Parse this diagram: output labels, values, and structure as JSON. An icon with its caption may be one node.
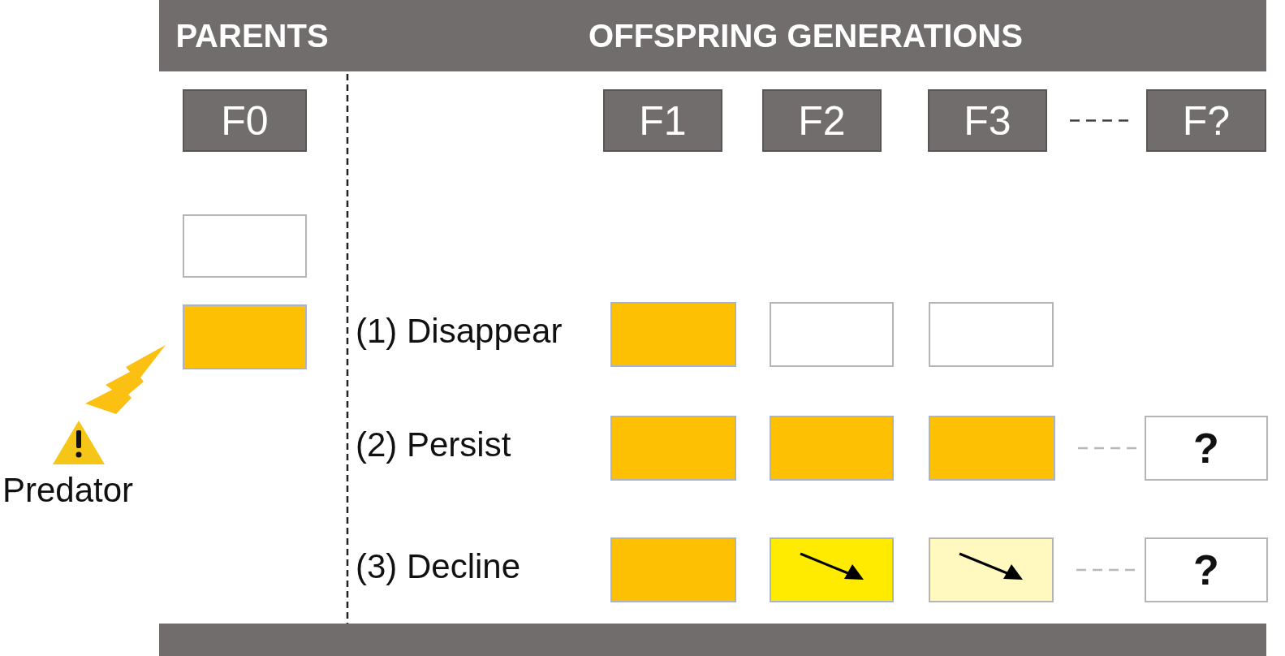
{
  "diagram": {
    "nodes": [
      {
        "text": [
          "PARENTS"
        ]
      },
      {
        "text": [
          "OFFSPRING GENERATIONS"
        ]
      },
      {
        "text": [
          "F0"
        ]
      },
      {
        "text": [
          "F1"
        ]
      },
      {
        "text": [
          "F2"
        ]
      },
      {
        "text": [
          "F3"
        ]
      },
      {
        "text": [
          "F?"
        ]
      },
      {
        "text": [],
        "shape": "box"
      },
      {
        "text": [],
        "shape": "box"
      },
      {
        "text": [],
        "shape": "box"
      },
      {
        "text": [],
        "shape": "box"
      },
      {
        "text": [],
        "shape": "box"
      },
      {
        "text": [],
        "shape": "box"
      },
      {
        "text": [],
        "shape": "box"
      },
      {
        "text": [],
        "shape": "box"
      },
      {
        "text": [
          "?"
        ]
      },
      {
        "text": [],
        "shape": "box"
      },
      {
        "text": [],
        "shape": "box"
      },
      {
        "text": [],
        "shape": "box"
      },
      {
        "text": [
          "?"
        ]
      },
      {
        "text": [],
        "shape": "bar"
      }
    ],
    "edges": [
      {
        "from": 5,
        "to": 6,
        "arrow": "none",
        "style": "dashed",
        "color": "#404040"
      },
      {
        "from": 14,
        "to": 15,
        "arrow": "none",
        "style": "dashed"
      },
      {
        "from": 18,
        "to": 19,
        "arrow": "none",
        "style": "dashed"
      }
    ],
    "labels": [
      "(1) Disappear",
      "(2) Persist",
      "(3) Decline",
      "Predator"
    ]
  }
}
